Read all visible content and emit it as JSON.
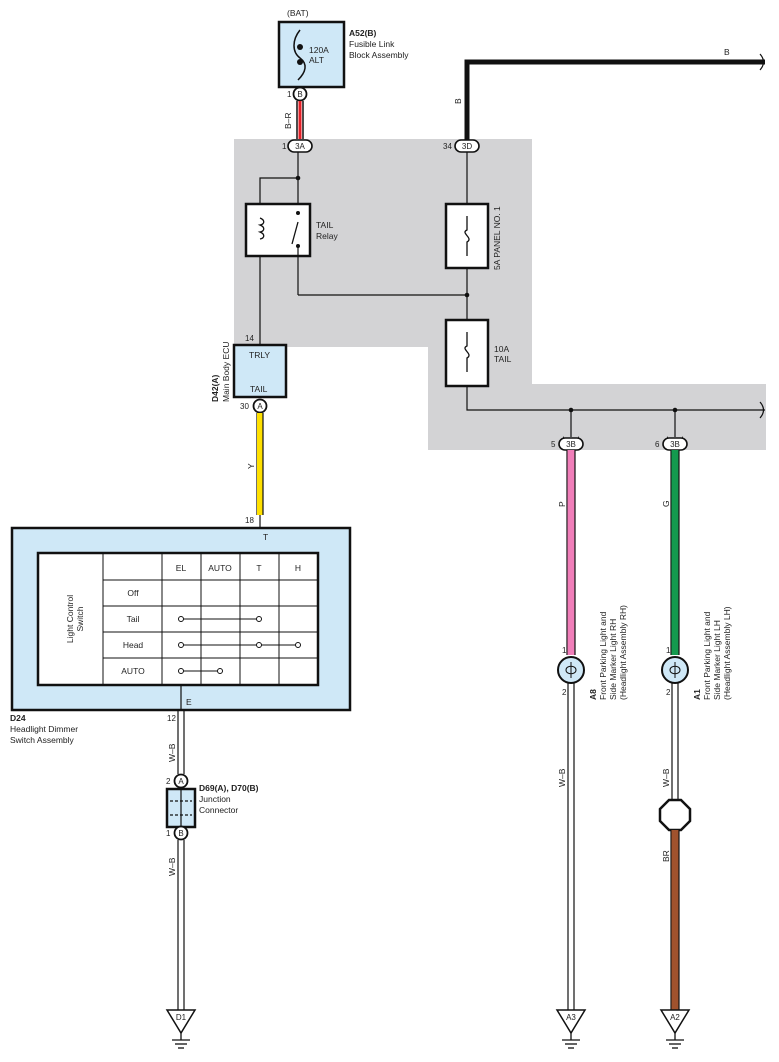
{
  "components": {
    "bat_label": "(BAT)",
    "a52_code": "A52(B)",
    "a52_name": [
      "Fusible Link",
      "Block Assembly"
    ],
    "fuse_120": [
      "120A",
      "ALT"
    ],
    "tail_relay": [
      "TAIL",
      "Relay"
    ],
    "panel_fuse": "5A PANEL NO. 1",
    "tail_fuse": [
      "10A",
      "TAIL"
    ],
    "ecu_code": "D42(A)",
    "ecu_name": "Main Body ECU",
    "ecu_trly": "TRLY",
    "ecu_tail": "TAIL",
    "switch_title": [
      "Light Control",
      "Switch"
    ],
    "switch_t": "T",
    "switch_e": "E",
    "d24_code": "D24",
    "d24_name": [
      "Headlight Dimmer",
      "Switch Assembly"
    ],
    "junction_code": "D69(A), D70(B)",
    "junction_name": [
      "Junction",
      "Connector"
    ],
    "a8_code": "A8",
    "a8_name": [
      "Front Parking Light and",
      "Side Marker Light RH",
      "(Headlight Assembly RH)"
    ],
    "a1_code": "A1",
    "a1_name": [
      "Front Parking Light and",
      "Side Marker Light LH",
      "(Headlight Assembly LH)"
    ],
    "grounds": [
      "D1",
      "A3",
      "A2"
    ]
  },
  "switch_table": {
    "columns": [
      "EL",
      "AUTO",
      "T",
      "H"
    ],
    "rows": [
      "Off",
      "Tail",
      "Head",
      "AUTO"
    ]
  },
  "connectors": {
    "a52_pin": "1",
    "a52_letter": "B",
    "c3a_pin": "1",
    "c3a_code": "3A",
    "c3d_pin": "34",
    "c3d_code": "3D",
    "ecu_pin14": "14",
    "ecu_pin30": "30",
    "ecu_letter": "A",
    "sw_pin18": "18",
    "sw_pin12": "12",
    "jA_pin": "2",
    "jA_letter": "A",
    "jB_pin": "1",
    "jB_letter": "B",
    "c3b5_pin": "5",
    "c3b6_pin": "6",
    "c3b_code": "3B",
    "a8_pin1": "1",
    "a8_pin2": "2",
    "a1_pin1": "1",
    "a1_pin2": "2"
  },
  "wires": {
    "br": "B–R",
    "b_vert": "B",
    "b_top": "B",
    "y": "Y",
    "p": "P",
    "g": "G",
    "wb1": "W–B",
    "wb2": "W–B",
    "wb3": "W–B",
    "wb4": "W–B",
    "br_brown": "BR"
  },
  "colors": {
    "panel": "#d3d3d5",
    "box_fill": "#cfe8f7",
    "yellow": "#ffe000",
    "pink": "#f07eb9",
    "green": "#139a4e",
    "brown": "#a0522d",
    "red": "#e41e26"
  }
}
